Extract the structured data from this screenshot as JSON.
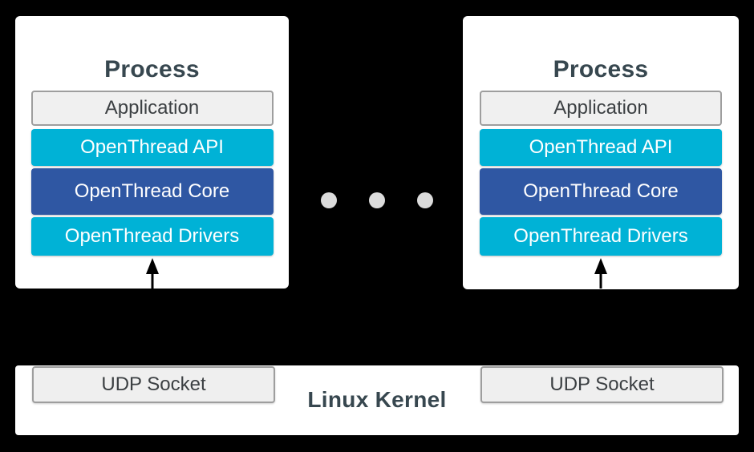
{
  "processes": [
    {
      "title": "Process",
      "layers": [
        {
          "label": "Application"
        },
        {
          "label": "OpenThread API"
        },
        {
          "label": "OpenThread Core"
        },
        {
          "label": "OpenThread Drivers"
        }
      ]
    },
    {
      "title": "Process",
      "layers": [
        {
          "label": "Application"
        },
        {
          "label": "OpenThread API"
        },
        {
          "label": "OpenThread Core"
        },
        {
          "label": "OpenThread Drivers"
        }
      ]
    }
  ],
  "kernel": {
    "label": "Linux Kernel",
    "sockets": [
      {
        "label": "UDP Socket"
      },
      {
        "label": "UDP Socket"
      }
    ]
  },
  "colors": {
    "background": "#000000",
    "card_background": "#FFFFFF",
    "layer_cyan": "#00B2D6",
    "layer_blue": "#2F57A3",
    "layer_gray_background": "#F0F0F0",
    "layer_gray_border": "#9E9E9E",
    "heading_text": "#37474F",
    "label_text": "#3C4043",
    "ellipsis_dot": "#DCDCDC",
    "arrow": "#000000"
  }
}
